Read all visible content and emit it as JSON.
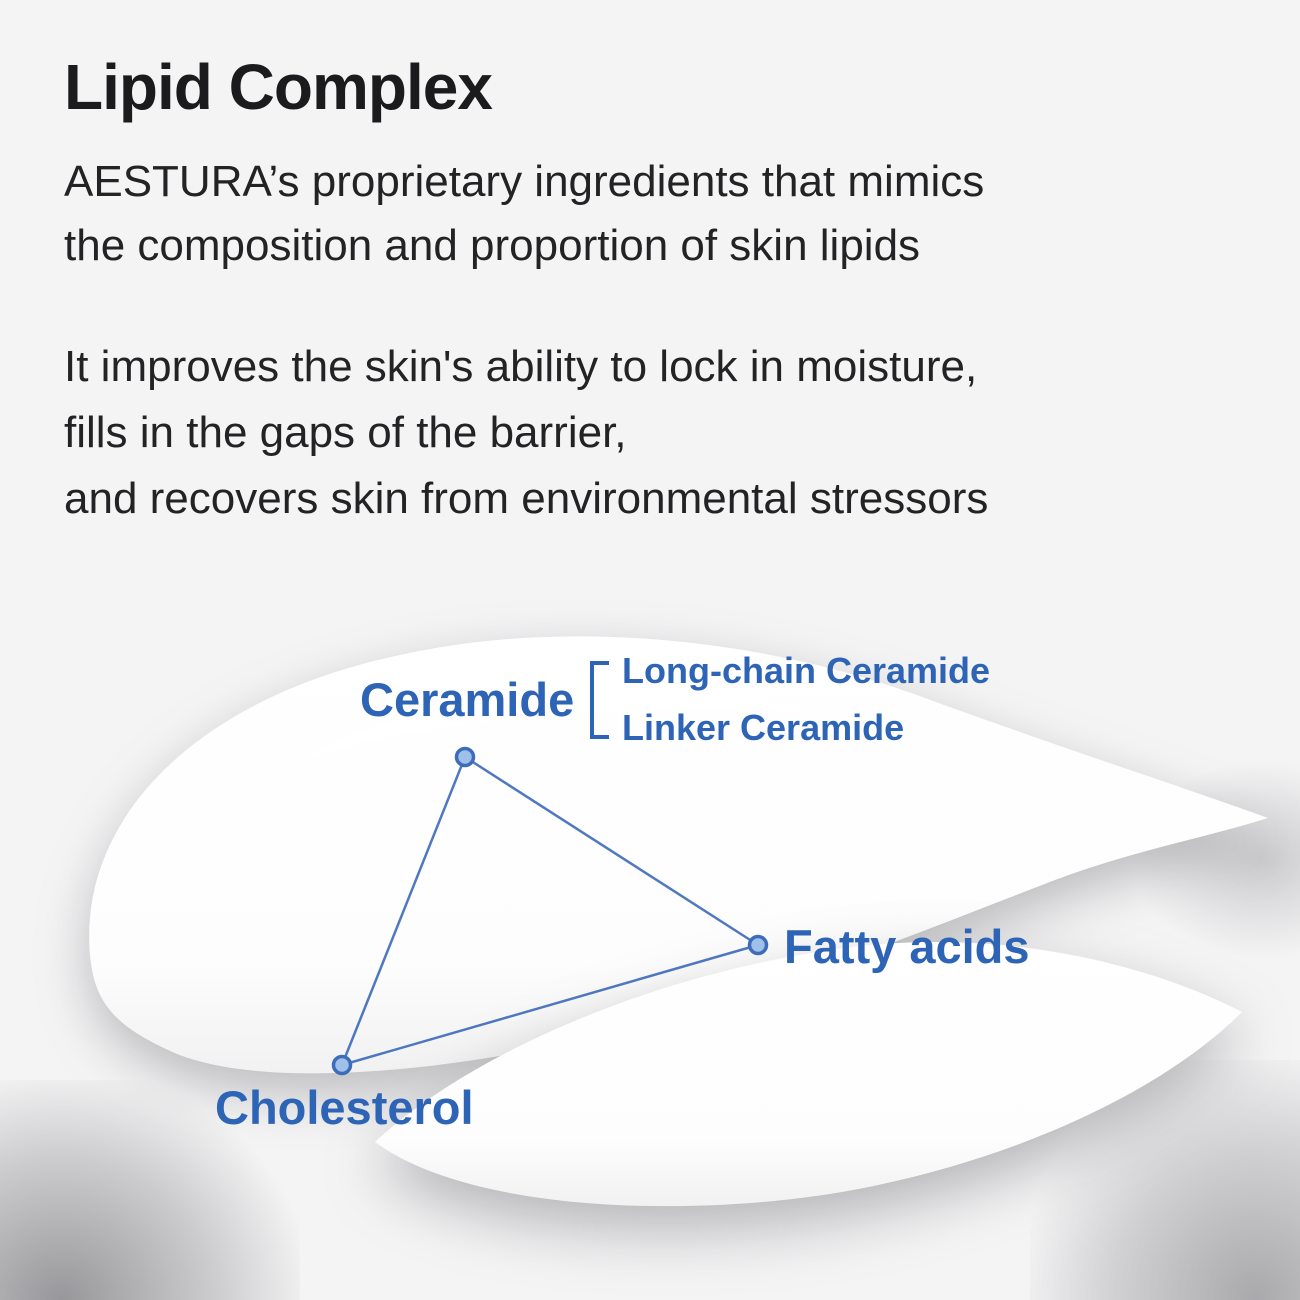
{
  "header": {
    "title": "Lipid Complex",
    "subtitle_lines": [
      "AESTURA’s proprietary ingredients that mimics",
      "the composition and proportion of skin lipids"
    ],
    "body_lines": [
      "It improves the skin's ability to lock in moisture,",
      "fills in the gaps of the barrier,",
      "and recovers skin from environmental stressors"
    ]
  },
  "diagram": {
    "accent_color": "#2e64b5",
    "nodes": {
      "ceramide": {
        "label": "Ceramide"
      },
      "cholesterol": {
        "label": "Cholesterol"
      },
      "fatty_acids": {
        "label": "Fatty acids"
      }
    },
    "ceramide_breakdown": [
      "Long-chain Ceramide",
      "Linker Ceramide"
    ]
  }
}
